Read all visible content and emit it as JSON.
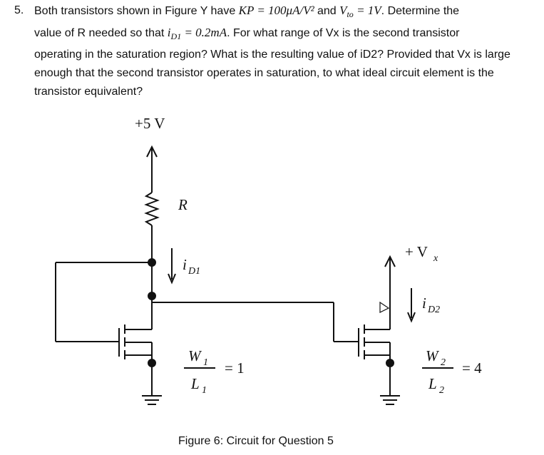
{
  "question": {
    "number": "5.",
    "line1_a": "Both transistors shown in Figure Y have ",
    "kp_expr": "KP = 100μA/V² ",
    "line1_b": "and ",
    "vto_expr": "V",
    "vto_sub": "to",
    "vto_val": " = 1V",
    "line1_c": ". Determine the",
    "line2_a": "value of R needed so that ",
    "id1_expr": "i",
    "id1_sub": "D1",
    "id1_val": " = 0.2mA",
    "line2_b": ". For what range of Vx is the second transistor",
    "line3": "operating in the saturation region? What is the resulting value of iD2? Provided that Vx is large",
    "line4": "enough that the second transistor operates in saturation, to what ideal circuit element is the",
    "line5": "transistor equivalent?"
  },
  "figure": {
    "supply_label": "+5 V",
    "resistor_label": "R",
    "id1_label": "i",
    "id1_sub": "D1",
    "vx_label": "+ V",
    "vx_sub": "x",
    "id2_label": "i",
    "id2_sub": "D2",
    "w1": "W",
    "w1_sub": "1",
    "l1": "L",
    "l1_sub": "1",
    "ratio1": "= 1",
    "w2": "W",
    "w2_sub": "2",
    "l2": "L",
    "l2_sub": "2",
    "ratio2": "= 4",
    "caption": "Figure 6: Circuit for Question 5"
  }
}
